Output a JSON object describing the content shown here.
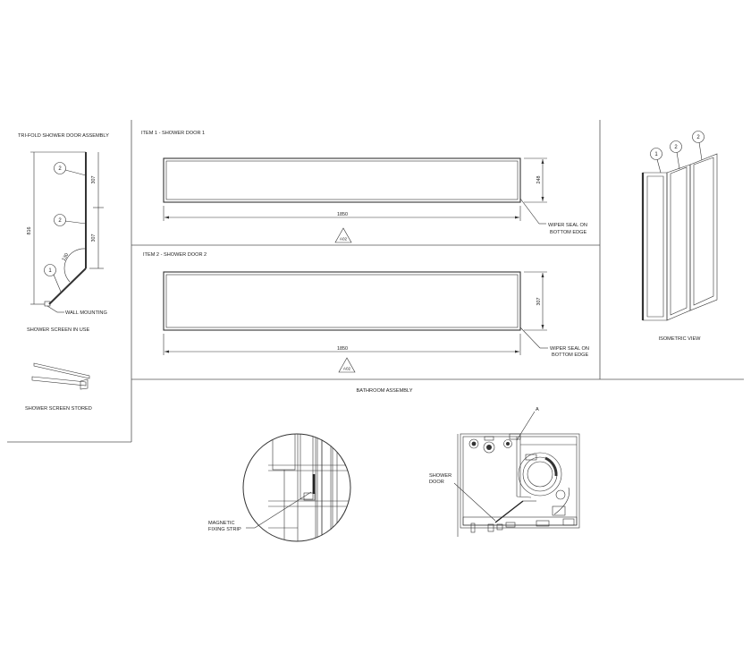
{
  "assembly": {
    "title": "TRI-FOLD SHOWER DOOR ASSEMBLY",
    "height_dim": "816",
    "upper_dim": "307",
    "lower_dim": "307",
    "angle_dim": "130",
    "bubble_upper": "2",
    "bubble_middle": "2",
    "bubble_lower": "1",
    "wall_mounting": "WALL MOUNTING",
    "in_use_caption": "SHOWER SCREEN IN USE",
    "stored_caption": "SHOWER SCREEN STORED"
  },
  "item1": {
    "title": "ITEM 1 - SHOWER DOOR 1",
    "width_dim": "1850",
    "height_dim": "248",
    "seal_line1": "WIPER SEAL ON",
    "seal_line2": "BOTTOM EDGE",
    "view_ref": "A02"
  },
  "item2": {
    "title": "ITEM 2 - SHOWER DOOR 2",
    "width_dim": "1850",
    "height_dim": "307",
    "seal_line1": "WIPER SEAL ON",
    "seal_line2": "BOTTOM EDGE",
    "view_ref": "A02"
  },
  "isometric": {
    "caption": "ISOMETRIC VIEW",
    "bubble_left": "1",
    "bubble_mid": "2",
    "bubble_right": "2"
  },
  "bathroom": {
    "title": "BATHROOM ASSEMBLY",
    "magnetic_line1": "MAGNETIC",
    "magnetic_line2": "FIXING STRIP",
    "shower_line1": "SHOWER",
    "shower_line2": "DOOR",
    "detail_ref": "A"
  }
}
